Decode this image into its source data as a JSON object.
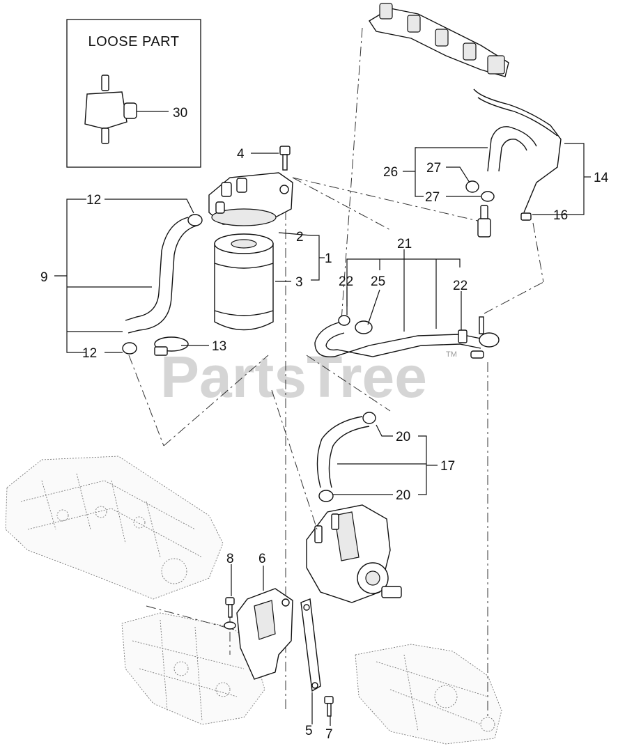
{
  "loose_part_box": {
    "title": "LOOSE PART",
    "part_label": "30"
  },
  "watermark": {
    "text": "PartsTree",
    "trademark": "TM"
  },
  "callouts": {
    "c1": "1",
    "c2": "2",
    "c3": "3",
    "c4": "4",
    "c5": "5",
    "c6": "6",
    "c7": "7",
    "c8": "8",
    "c9": "9",
    "c12a": "12",
    "c12b": "12",
    "c13": "13",
    "c14": "14",
    "c16": "16",
    "c17": "17",
    "c20a": "20",
    "c20b": "20",
    "c21": "21",
    "c22a": "22",
    "c22b": "22",
    "c25": "25",
    "c26": "26",
    "c27a": "27",
    "c27b": "27"
  }
}
